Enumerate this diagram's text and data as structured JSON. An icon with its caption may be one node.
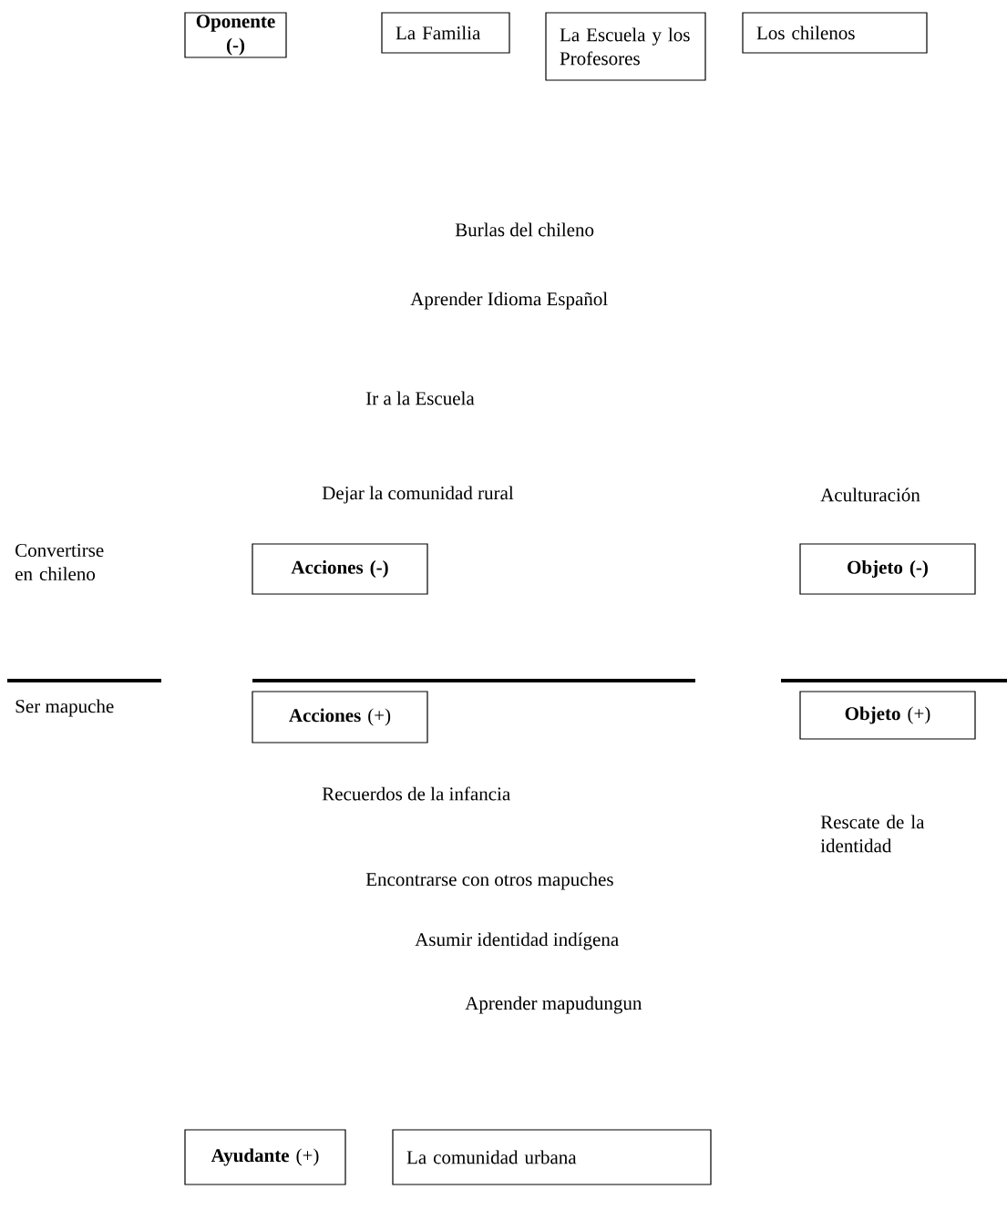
{
  "diagram": {
    "nodes": [
      {
        "text": [
          "**Oponente (-)**"
        ]
      },
      {
        "text": [
          "La Familia"
        ]
      },
      {
        "text": [
          "La Escuela y los Profesores"
        ]
      },
      {
        "text": [
          "Los chilenos"
        ]
      },
      {
        "text": [
          "**Acciones (-)**"
        ]
      },
      {
        "text": [
          "**Objeto (-)**"
        ]
      },
      {
        "text": [
          "**Acciones** (+)"
        ]
      },
      {
        "text": [
          "**Objeto** (+)"
        ]
      },
      {
        "text": [
          "**Ayudante** (+)"
        ]
      },
      {
        "text": [
          "La comunidad urbana"
        ]
      }
    ],
    "labels": [
      "Burlas del chileno",
      "Aprender Idioma Español",
      "Ir a la Escuela",
      "Dejar la comunidad rural",
      "Aculturación",
      "Convertirse en chileno",
      "Ser mapuche",
      "Recuerdos de la infancia",
      "Rescate de la identidad",
      "Encontrarse con otros mapuches",
      "Asumir identidad indígena",
      "Aprender mapudungun"
    ]
  }
}
